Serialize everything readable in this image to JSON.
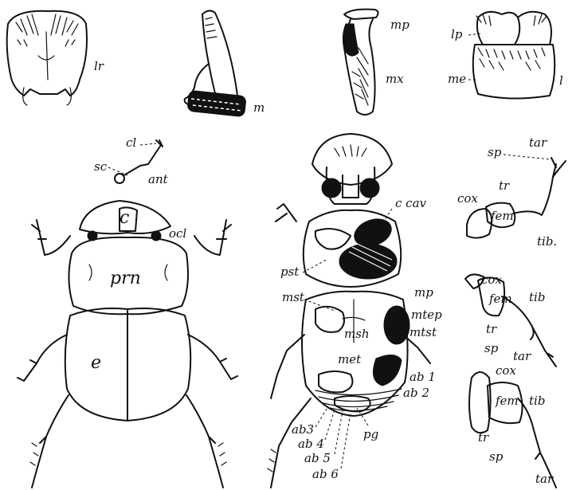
{
  "labels": {
    "lr": "lr",
    "m": "m",
    "mp_top": "mp",
    "mx": "mx",
    "lp": "lp",
    "me": "me",
    "l": "l",
    "cl": "cl",
    "sc": "sc",
    "ant": "ant",
    "c": "c",
    "ocl": "ocl",
    "prn": "prn",
    "e": "e",
    "c_cav": "c cav",
    "pst": "pst",
    "mst": "mst",
    "mp": "mp",
    "mtep": "mtep",
    "mtst": "mtst",
    "msh": "msh",
    "met": "met",
    "ab1": "ab 1",
    "ab2": "ab 2",
    "ab3": "ab3",
    "ab4": "ab 4",
    "ab5": "ab 5",
    "ab6": "ab 6",
    "pg": "pg",
    "sp1": "sp",
    "tar1": "tar",
    "tr1": "tr",
    "cox1": "cox",
    "fem1": "fem",
    "tib1": "tib.",
    "cox2": "cox.",
    "fem2": "fem",
    "tib2": "tib",
    "tr2": "tr",
    "sp2": "sp",
    "tar2": "tar",
    "cox3": "cox",
    "fem3": "fem",
    "tib3": "tib",
    "tr3": "tr",
    "sp3": "sp",
    "tar3": "tar"
  }
}
